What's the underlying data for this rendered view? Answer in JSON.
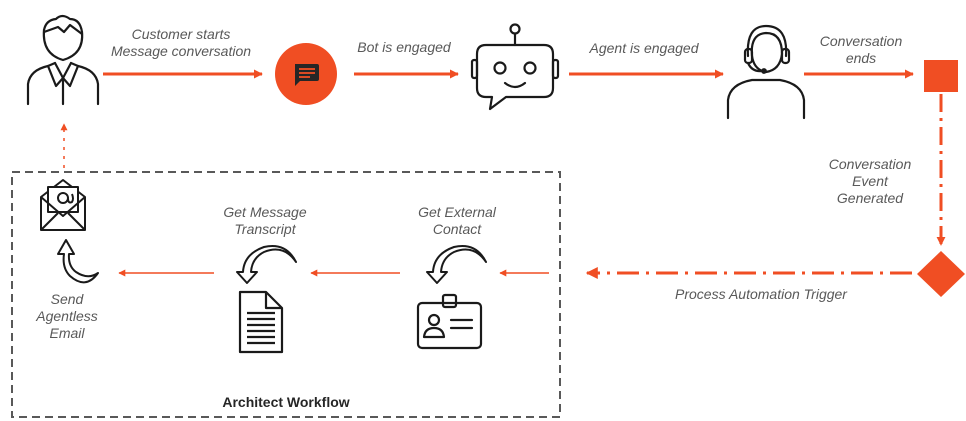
{
  "diagram": {
    "labels": {
      "customer_starts": "Customer starts\nMessage conversation",
      "bot_engaged": "Bot is engaged",
      "agent_engaged": "Agent is engaged",
      "conversation_ends": "Conversation\nends",
      "event_generated": "Conversation\nEvent Generated",
      "process_trigger": "Process Automation Trigger",
      "get_external_contact": "Get External\nContact",
      "get_message_transcript": "Get Message\nTranscript",
      "send_email": "Send\nAgentless\nEmail"
    },
    "workflow_title": "Architect Workflow",
    "nodes": {
      "customer": "user-icon",
      "message": "chat-bubble-icon",
      "bot": "robot-icon",
      "agent": "agent-headset-icon",
      "end": "end-square",
      "trigger": "trigger-diamond",
      "contact": "contact-card-icon",
      "transcript": "document-icon",
      "email": "envelope-at-icon"
    },
    "colors": {
      "accent": "#f04e23",
      "icon": "#1a1a1a",
      "text": "#595959",
      "dashed_box": "#595959"
    }
  }
}
